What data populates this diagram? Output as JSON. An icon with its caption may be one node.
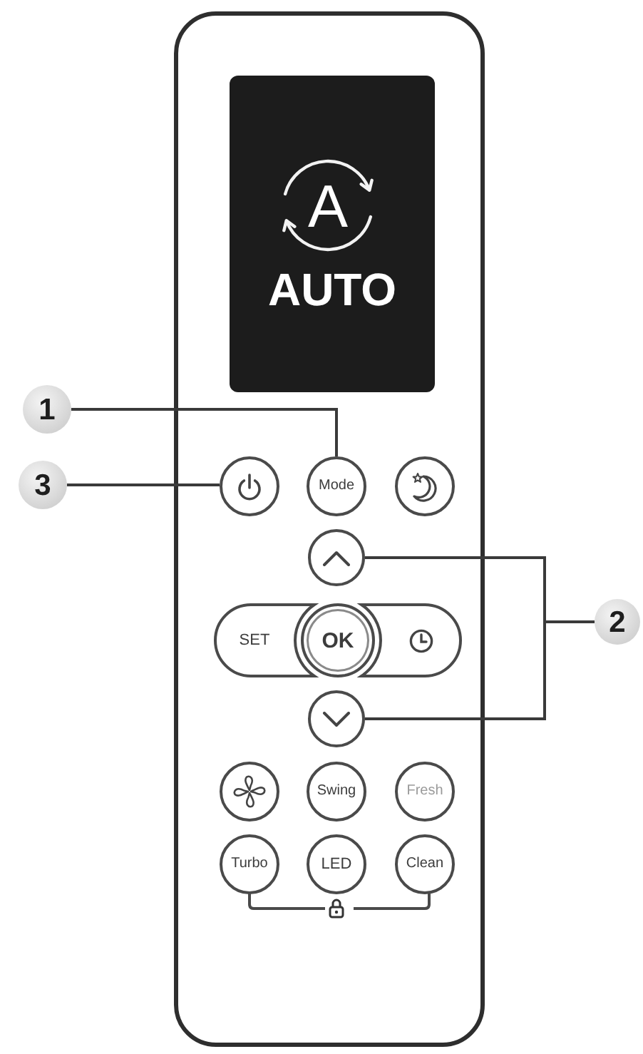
{
  "diagram": {
    "nodes": [
      {
        "text": [
          "A",
          "AUTO"
        ]
      },
      {
        "text": [
          "1"
        ]
      },
      {
        "text": [
          "3"
        ]
      },
      {
        "text": [],
        "shape": "circle"
      },
      {
        "text": [
          "Mode"
        ]
      },
      {
        "text": [],
        "shape": "circle"
      },
      {
        "text": [],
        "shape": "circle"
      },
      {
        "text": [
          "SET"
        ]
      },
      {
        "text": [
          "OK"
        ]
      },
      {
        "text": [],
        "shape": "box"
      },
      {
        "text": [
          "2"
        ]
      },
      {
        "text": [],
        "shape": "circle"
      },
      {
        "text": [],
        "shape": "circle"
      },
      {
        "text": [
          "Swing"
        ]
      },
      {
        "text": [
          "Fresh"
        ]
      },
      {
        "text": [
          "Turbo"
        ]
      },
      {
        "text": [
          "LED"
        ]
      },
      {
        "text": [
          "Clean"
        ]
      }
    ],
    "edges": [
      {
        "from": 1,
        "to": 4,
        "arrow": "none"
      },
      {
        "from": 2,
        "to": 3,
        "arrow": "none"
      },
      {
        "from": 10,
        "to": 6,
        "arrow": "none"
      },
      {
        "from": 10,
        "to": 11,
        "arrow": "none"
      }
    ]
  }
}
